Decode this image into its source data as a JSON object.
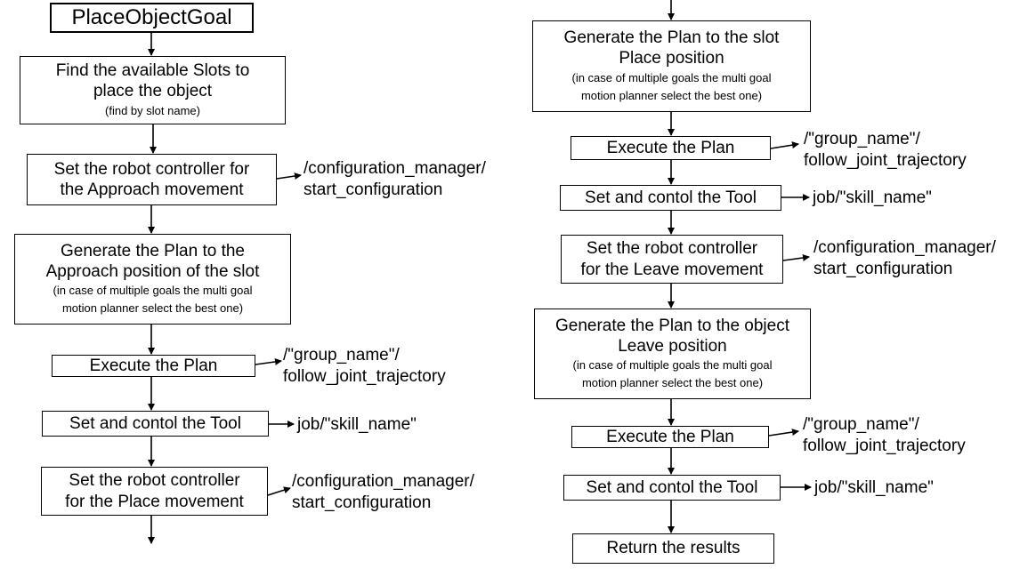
{
  "left": {
    "start": "PlaceObjectGoal",
    "find_slots": {
      "line1": "Find the available Slots to",
      "line2": "place the object",
      "note": "(find by slot name)"
    },
    "set_approach": {
      "line1": "Set the robot controller for",
      "line2": "the Approach movement",
      "topic1": "/configuration_manager/",
      "topic2": "start_configuration"
    },
    "plan_approach": {
      "line1": "Generate the Plan to the",
      "line2": "Approach position of the slot",
      "note1": "(in case of multiple goals the multi goal",
      "note2": "motion planner select the best one)"
    },
    "execute": {
      "label": "Execute the Plan",
      "topic1": "/\"group_name\"/",
      "topic2": "follow_joint_trajectory"
    },
    "tool": {
      "label": "Set and contol the Tool",
      "topic": "job/\"skill_name\""
    },
    "set_place": {
      "line1": "Set the robot controller",
      "line2": "for the Place movement",
      "topic1": "/configuration_manager/",
      "topic2": "start_configuration"
    }
  },
  "right": {
    "plan_place": {
      "line1": "Generate the Plan to the slot",
      "line2": "Place position",
      "note1": "(in case of multiple goals the multi goal",
      "note2": "motion planner select the best one)"
    },
    "execute1": {
      "label": "Execute the Plan",
      "topic1": "/\"group_name\"/",
      "topic2": "follow_joint_trajectory"
    },
    "tool1": {
      "label": "Set and contol the Tool",
      "topic": "job/\"skill_name\""
    },
    "set_leave": {
      "line1": "Set the robot controller",
      "line2": "for the Leave movement",
      "topic1": "/configuration_manager/",
      "topic2": "start_configuration"
    },
    "plan_leave": {
      "line1": "Generate the Plan to the object",
      "line2": "Leave position",
      "note1": "(in case of multiple goals the multi goal",
      "note2": "motion planner select the best one)"
    },
    "execute2": {
      "label": "Execute the Plan",
      "topic1": "/\"group_name\"/",
      "topic2": "follow_joint_trajectory"
    },
    "tool2": {
      "label": "Set and contol the Tool",
      "topic": "job/\"skill_name\""
    },
    "result": "Return the results"
  }
}
